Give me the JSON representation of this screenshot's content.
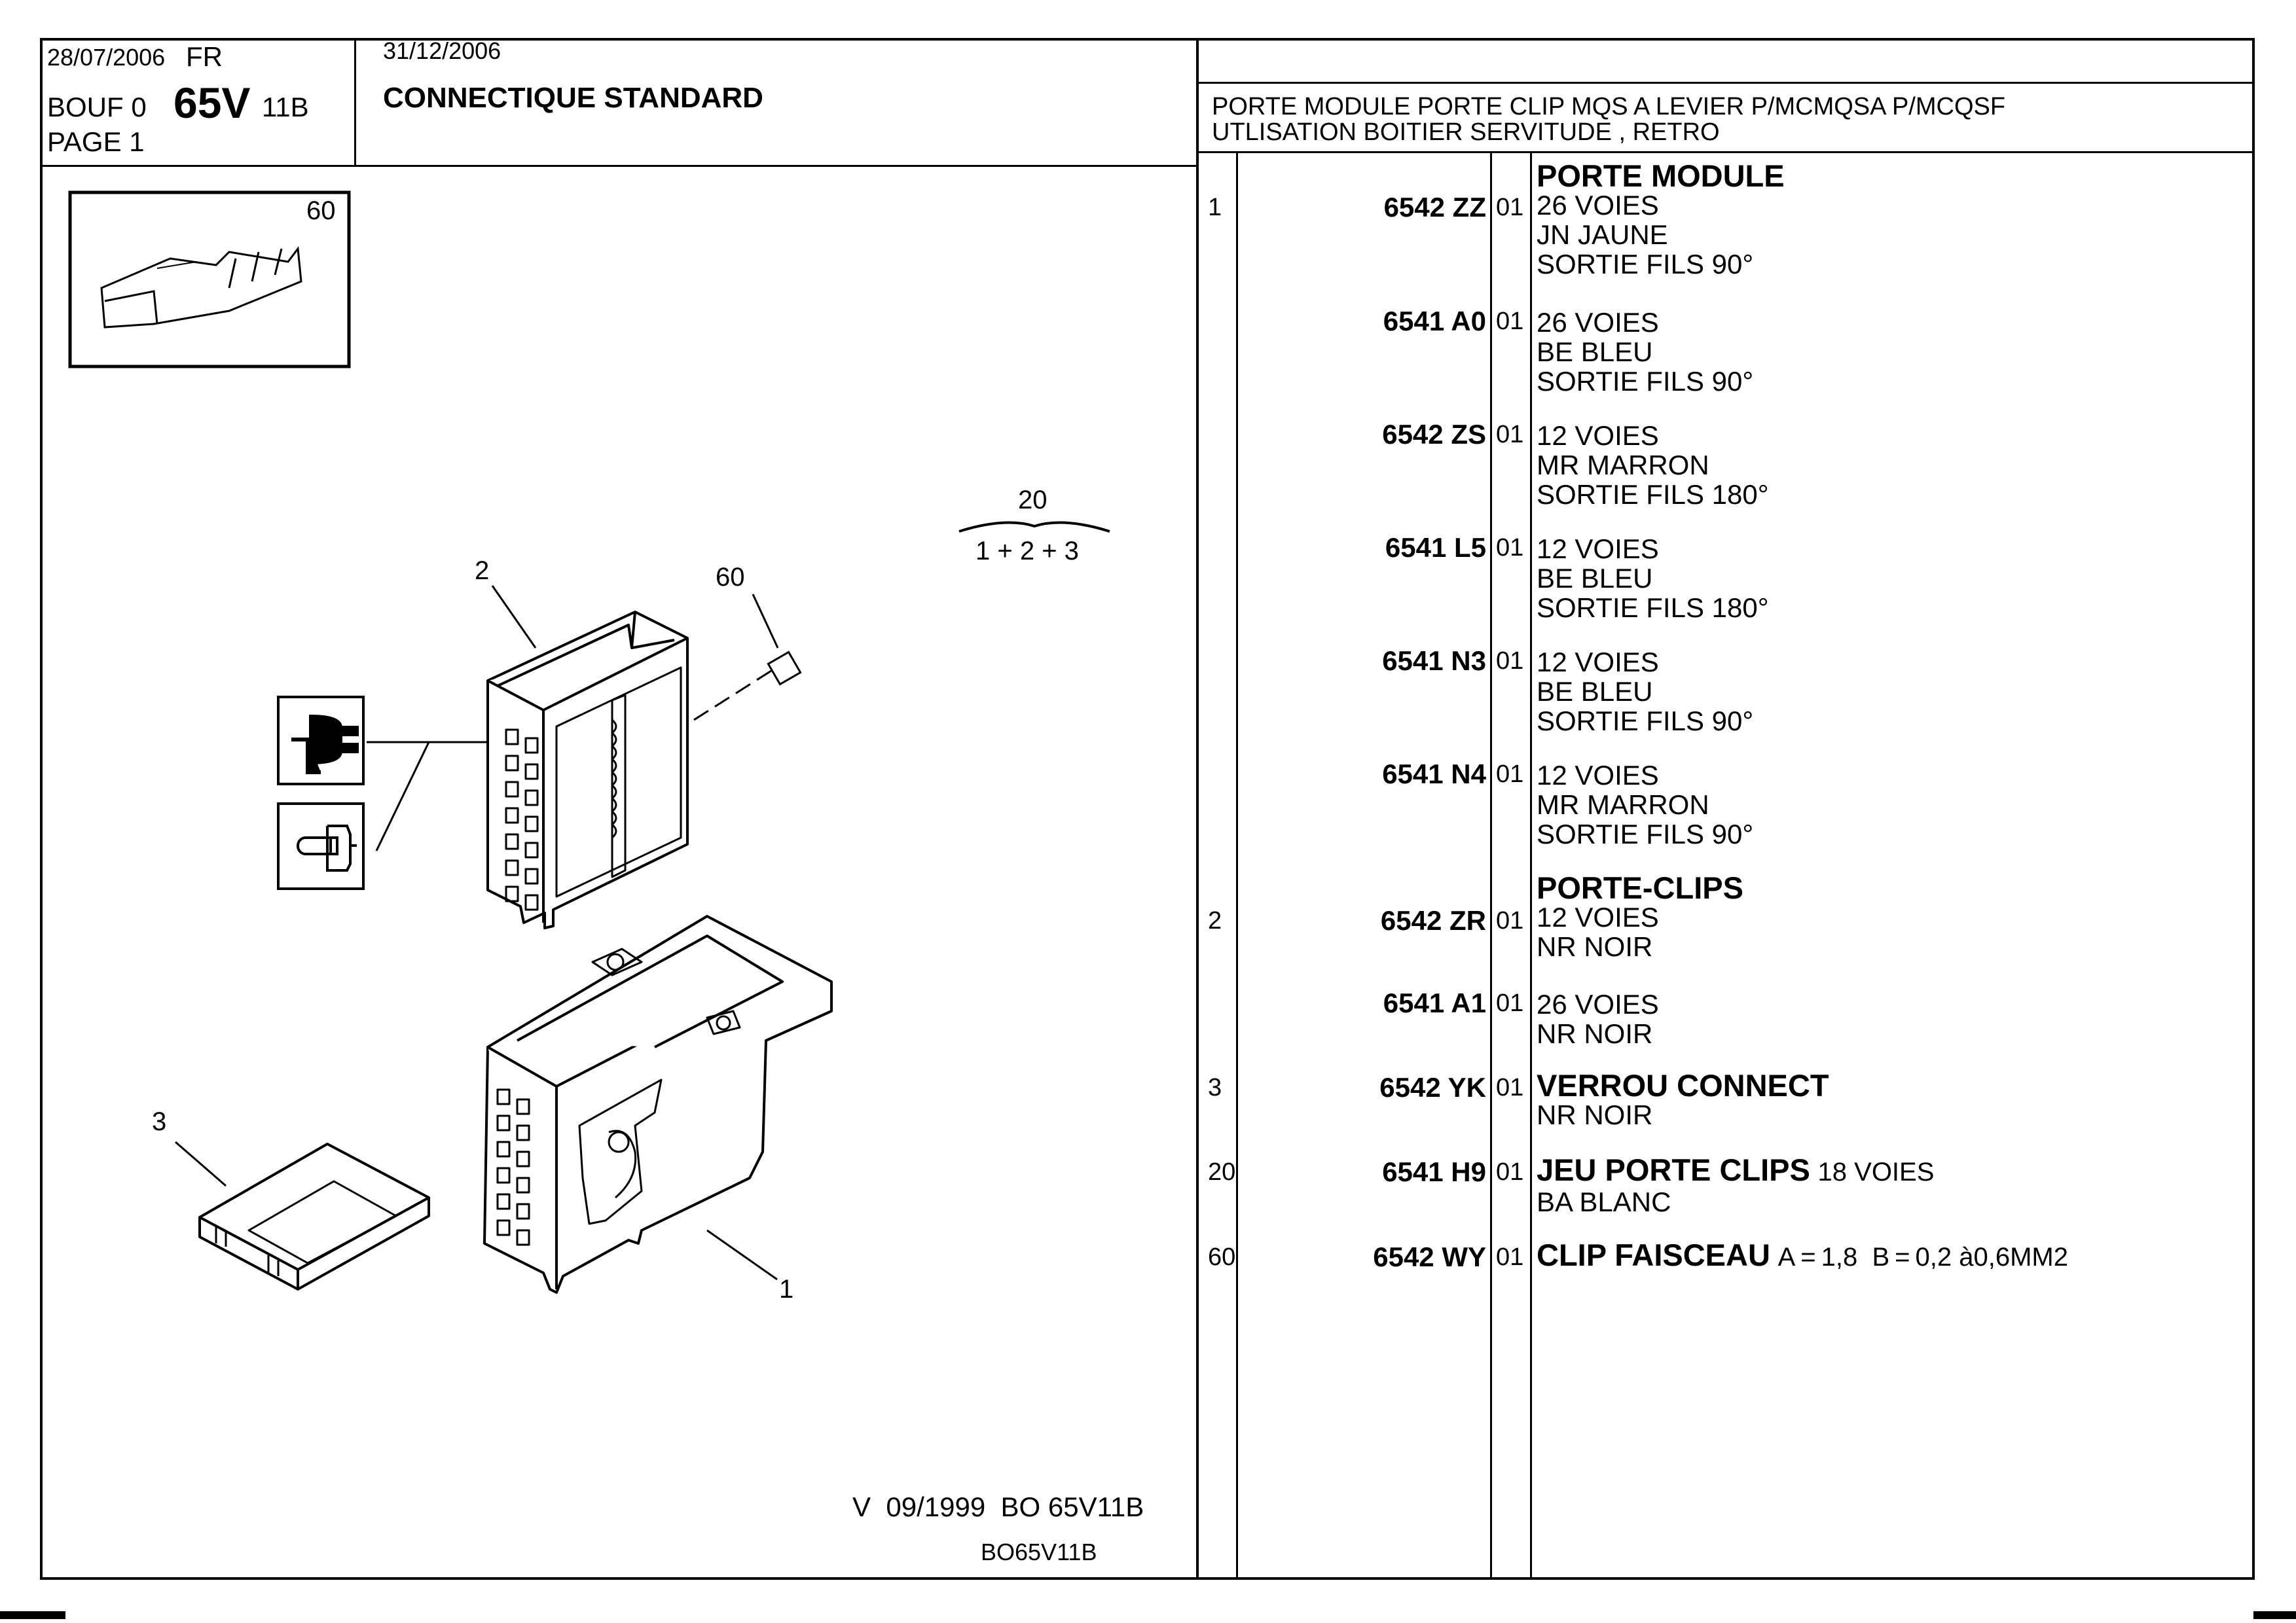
{
  "header": {
    "date": "28/07/2006",
    "lang": "FR",
    "code_prefix": "BOUF 0",
    "code_main": "65V",
    "code_suffix": "11B",
    "page": "PAGE 1",
    "date2": "31/12/2006",
    "title": "CONNECTIQUE STANDARD",
    "desc_line1": "PORTE MODULE PORTE CLIP MQS A LEVIER P/MCMQSA P/MCQSF",
    "desc_line2": "UTLISATION BOITIER SERVITUDE , RETRO"
  },
  "diagram": {
    "callout_60_box": "60",
    "kit_number": "20",
    "kit_formula": "1 + 2 + 3",
    "label_2": "2",
    "label_60": "60",
    "label_3": "3",
    "label_1": "1",
    "version_line": "V  09/1999  BO 65V11B",
    "ref_code": "BO65V11B"
  },
  "parts": [
    {
      "ref": "1",
      "number": "6542 ZZ",
      "ver": "01",
      "heading": "PORTE MODULE",
      "lines": [
        "26 VOIES",
        "JN JAUNE",
        "SORTIE FILS 90°"
      ]
    },
    {
      "ref": "",
      "number": "6541 A0",
      "ver": "01",
      "heading": "",
      "lines": [
        "26 VOIES",
        "BE BLEU",
        "SORTIE FILS 90°"
      ]
    },
    {
      "ref": "",
      "number": "6542 ZS",
      "ver": "01",
      "heading": "",
      "lines": [
        "12 VOIES",
        "MR MARRON",
        "SORTIE FILS 180°"
      ]
    },
    {
      "ref": "",
      "number": "6541 L5",
      "ver": "01",
      "heading": "",
      "lines": [
        "12 VOIES",
        "BE BLEU",
        "SORTIE FILS 180°"
      ]
    },
    {
      "ref": "",
      "number": "6541 N3",
      "ver": "01",
      "heading": "",
      "lines": [
        "12 VOIES",
        "BE BLEU",
        "SORTIE FILS 90°"
      ]
    },
    {
      "ref": "",
      "number": "6541 N4",
      "ver": "01",
      "heading": "",
      "lines": [
        "12 VOIES",
        "MR MARRON",
        "SORTIE FILS 90°"
      ]
    },
    {
      "ref": "2",
      "number": "6542 ZR",
      "ver": "01",
      "heading": "PORTE-CLIPS",
      "lines": [
        "12 VOIES",
        "NR NOIR"
      ]
    },
    {
      "ref": "",
      "number": "6541 A1",
      "ver": "01",
      "heading": "",
      "lines": [
        "26 VOIES",
        "NR NOIR"
      ]
    },
    {
      "ref": "3",
      "number": "6542 YK",
      "ver": "01",
      "heading": "VERROU CONNECT",
      "lines": [
        "NR NOIR"
      ]
    },
    {
      "ref": "20",
      "number": "6541 H9",
      "ver": "01",
      "heading": "JEU PORTE CLIPS",
      "heading_extra": "18 VOIES",
      "lines": [
        "BA BLANC"
      ]
    },
    {
      "ref": "60",
      "number": "6542 WY",
      "ver": "01",
      "heading": "CLIP FAISCEAU",
      "heading_extra": "A = 1,8  B = 0,2 à0,6MM2",
      "lines": []
    }
  ]
}
